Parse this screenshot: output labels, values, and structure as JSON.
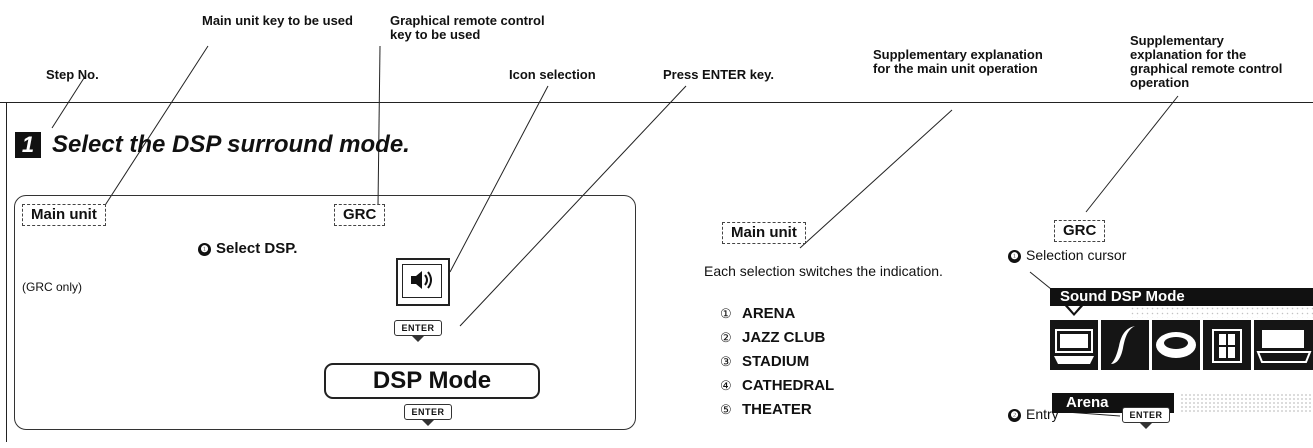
{
  "callouts": {
    "step_no": "Step No.",
    "main_key": "Main unit key to be used",
    "grc_key": "Graphical remote control key to be used",
    "icon_selection": "Icon selection",
    "press_enter": "Press ENTER key.",
    "supp_main": "Supplementary explanation for the main unit operation",
    "supp_grc": "Supplementary explanation for the graphical remote control operation"
  },
  "step": {
    "number": "1",
    "title": "Select the DSP surround mode."
  },
  "panel": {
    "main_tag": "Main unit",
    "grc_tag": "GRC",
    "step_marker": "❶",
    "select_label": "Select DSP.",
    "grc_only": "(GRC only)",
    "enter_key": "ENTER",
    "dsp_button": "DSP Mode"
  },
  "main_unit_section": {
    "tag": "Main unit",
    "description": "Each selection switches the indication.",
    "items": [
      {
        "marker": "①",
        "label": "ARENA"
      },
      {
        "marker": "②",
        "label": "JAZZ CLUB"
      },
      {
        "marker": "③",
        "label": "STADIUM"
      },
      {
        "marker": "④",
        "label": "CATHEDRAL"
      },
      {
        "marker": "⑤",
        "label": "THEATER"
      }
    ]
  },
  "grc_section": {
    "tag": "GRC",
    "cursor_marker": "❶",
    "cursor_label": "Selection cursor",
    "screen_title": "Sound DSP Mode",
    "current_mode": "Arena",
    "entry_marker": "❷",
    "entry_label": "Entry",
    "enter_key": "ENTER"
  },
  "icons": [
    "speaker-icon",
    "arena-icon",
    "jazz-club-icon",
    "stadium-icon",
    "cathedral-icon",
    "theater-icon",
    "enter-key-icon"
  ]
}
